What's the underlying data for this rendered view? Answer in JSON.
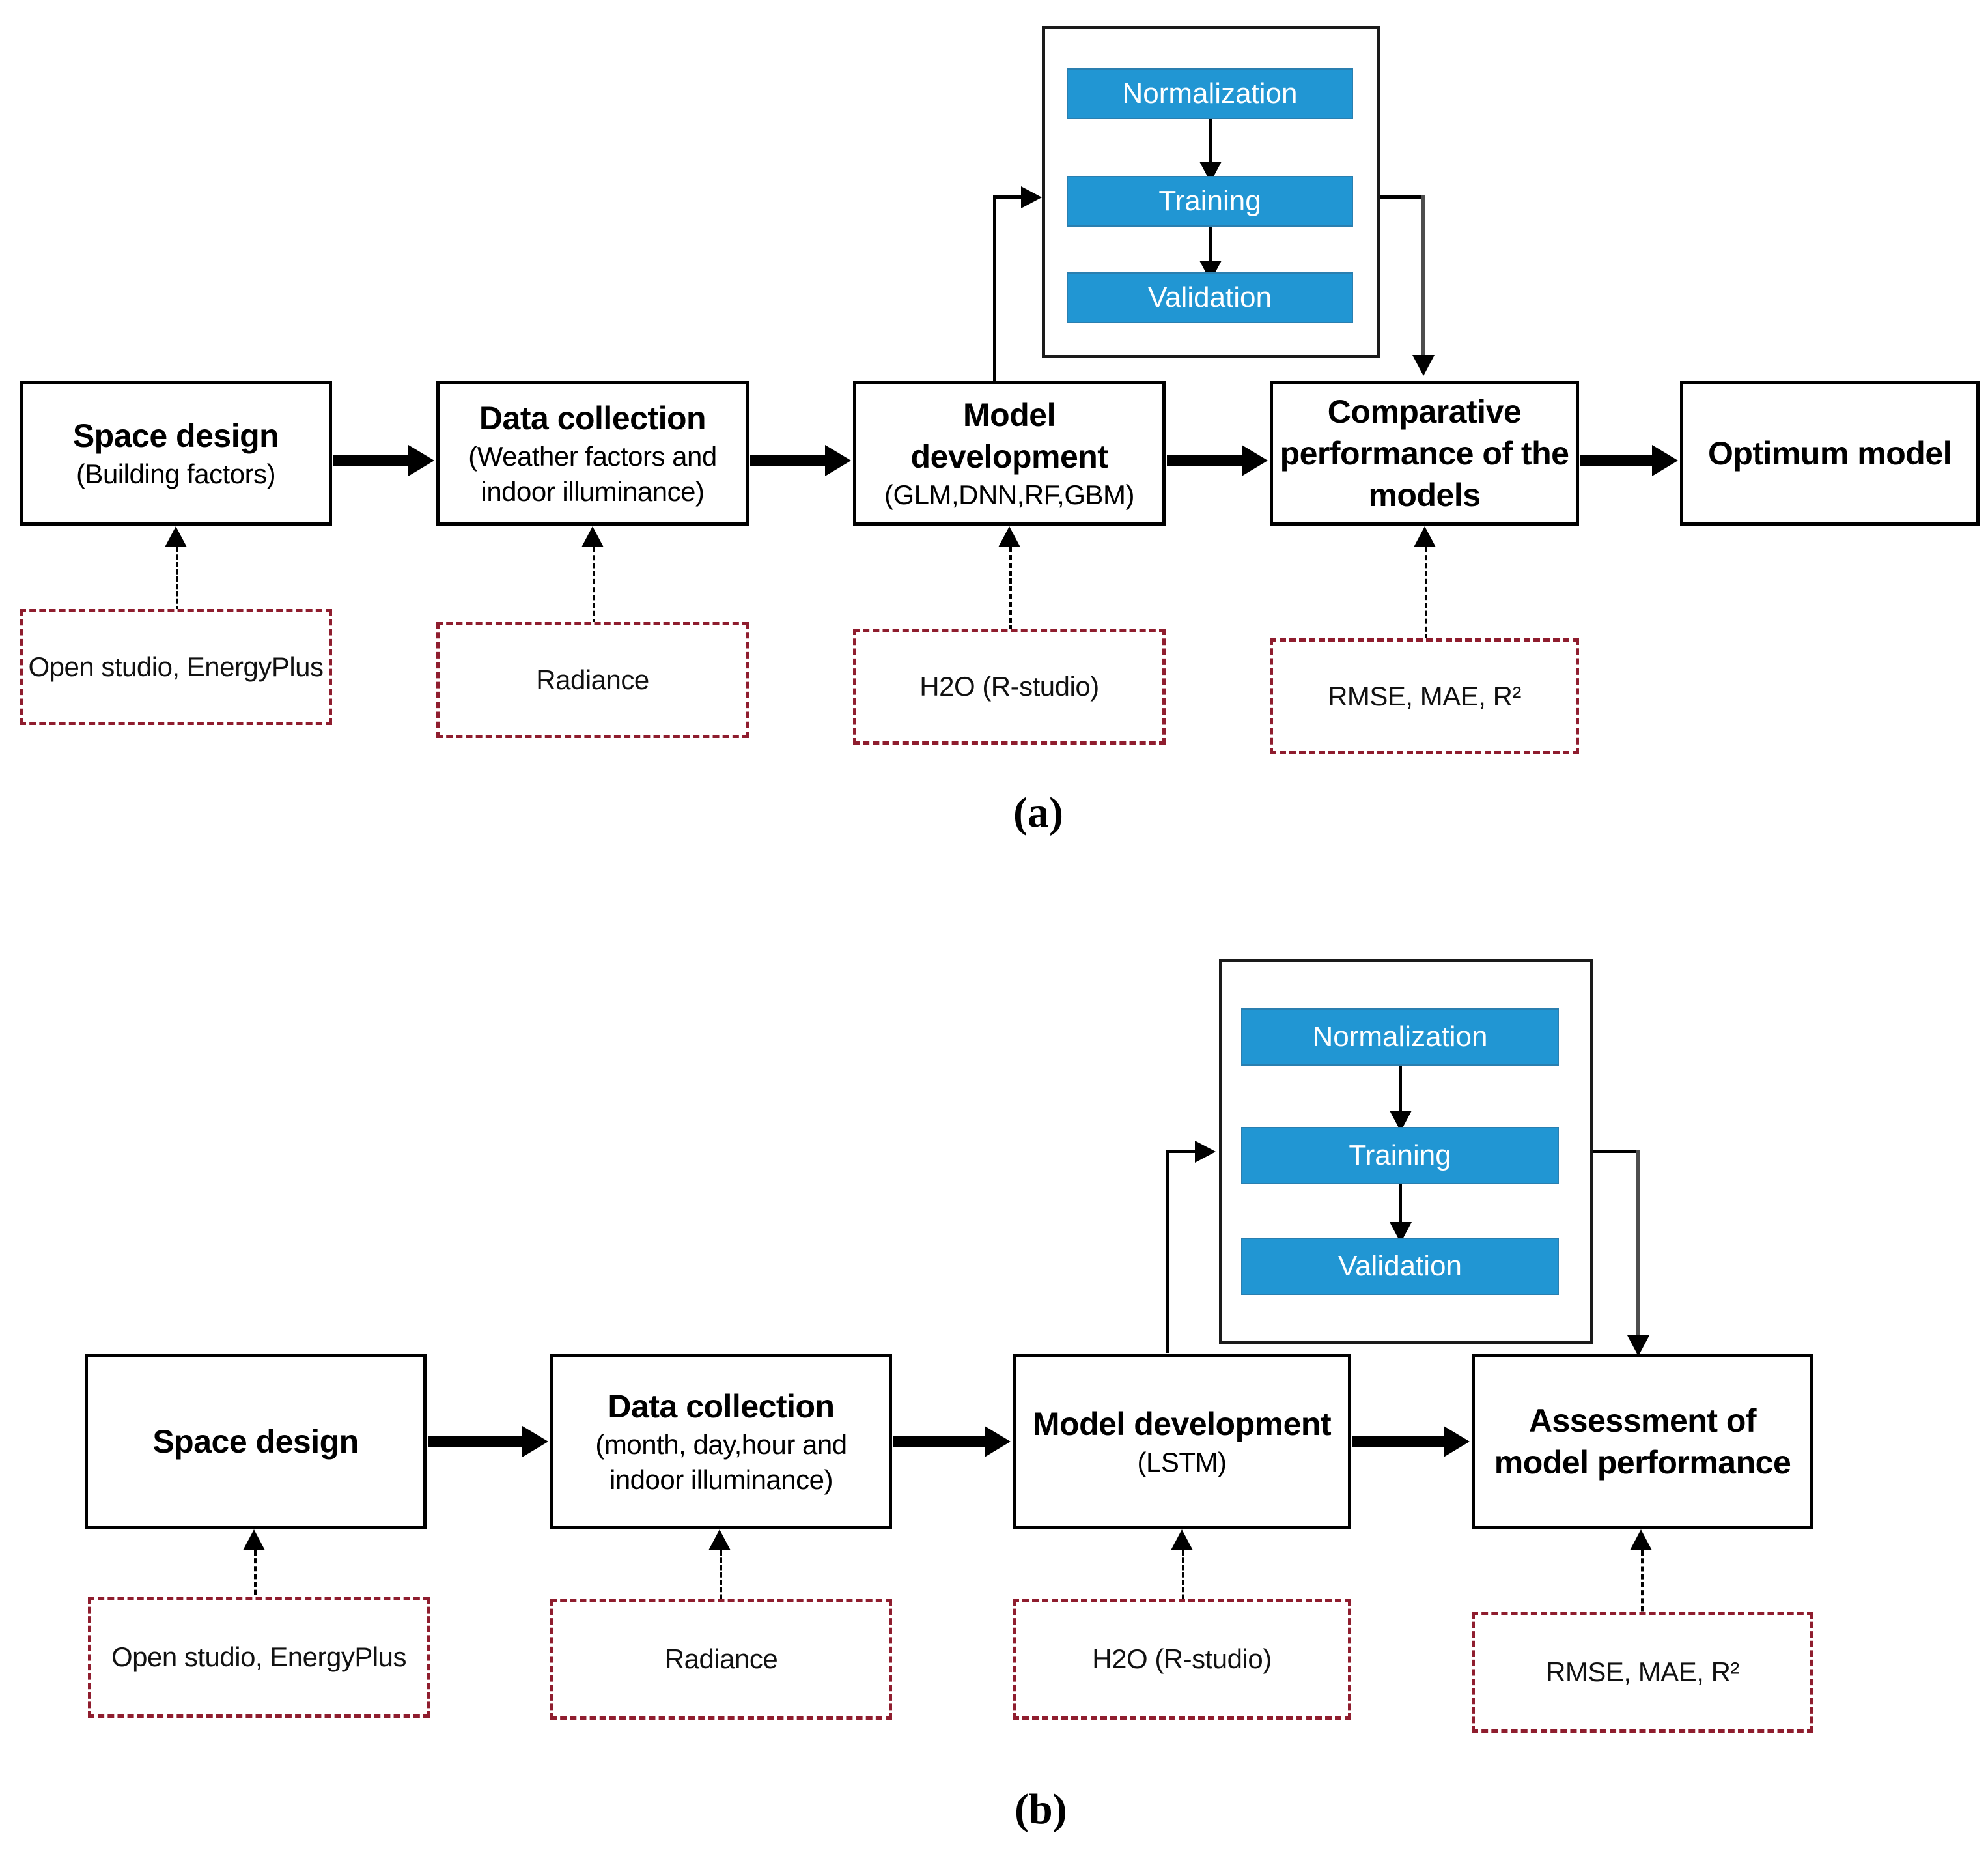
{
  "figure": {
    "panels": [
      {
        "id": "a",
        "caption": "(a)",
        "process_boxes": [
          {
            "title": "Space design",
            "subtitle": "(Building factors)"
          },
          {
            "title": "Data collection",
            "subtitle": "(Weather factors and indoor illuminance)"
          },
          {
            "title": "Model development",
            "subtitle": "(GLM,DNN,RF,GBM)"
          },
          {
            "title": "Comparative performance of the  models",
            "subtitle": ""
          },
          {
            "title": "Optimum model",
            "subtitle": ""
          }
        ],
        "tool_boxes": [
          {
            "label": "Open studio, EnergyPlus"
          },
          {
            "label": "Radiance"
          },
          {
            "label": "H2O (R-studio)"
          },
          {
            "label": "RMSE, MAE, R²"
          }
        ],
        "sub_process": {
          "steps": [
            {
              "label": "Normalization"
            },
            {
              "label": "Training"
            },
            {
              "label": "Validation"
            }
          ]
        }
      },
      {
        "id": "b",
        "caption": "(b)",
        "process_boxes": [
          {
            "title": "Space design",
            "subtitle": ""
          },
          {
            "title": "Data collection",
            "subtitle": "(month, day,hour and indoor illuminance)"
          },
          {
            "title": "Model development",
            "subtitle": "(LSTM)"
          },
          {
            "title": "Assessment of model performance",
            "subtitle": ""
          }
        ],
        "tool_boxes": [
          {
            "label": "Open studio, EnergyPlus"
          },
          {
            "label": "Radiance"
          },
          {
            "label": "H2O (R-studio)"
          },
          {
            "label": "RMSE, MAE, R²"
          }
        ],
        "sub_process": {
          "steps": [
            {
              "label": "Normalization"
            },
            {
              "label": "Training"
            },
            {
              "label": "Validation"
            }
          ]
        }
      }
    ],
    "colors": {
      "sub_process_fill": "#2196d3",
      "sub_process_text": "#ffffff",
      "tool_box_border": "#8f1d2e",
      "process_box_border": "#000000",
      "connector": "#000000"
    }
  }
}
